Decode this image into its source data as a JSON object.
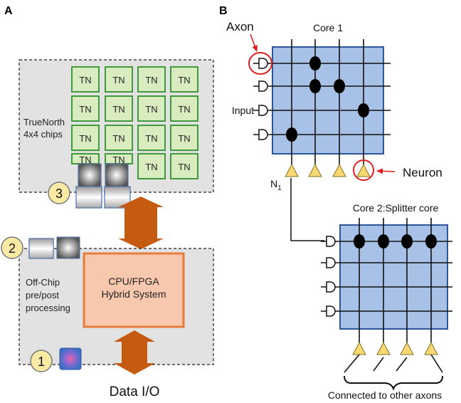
{
  "panel_a": {
    "label": "A",
    "tn_label": "TN",
    "truenorth_line1": "TrueNorth",
    "truenorth_line2": "4x4 chips",
    "cpu_line1": "CPU/FPGA",
    "cpu_line2": "Hybrid System",
    "offchip_line1": "Off-Chip",
    "offchip_line2": "pre/post",
    "offchip_line3": "processing",
    "badge_1": "1",
    "badge_2": "2",
    "badge_3": "3",
    "data_io": "Data I/O"
  },
  "panel_b": {
    "label": "B",
    "axon_label": "Axon",
    "core1_label": "Core 1",
    "input_label": "Input",
    "neuron_label": "Neuron",
    "n1_label": "N",
    "n1_sub": "1",
    "core2_label": "Core 2:Splitter core",
    "connected_label": "Connected to other axons"
  },
  "colors": {
    "tn_fill": "#d9ecc0",
    "tn_stroke": "#3f9a3a",
    "chip_panel": "#e2e2e2",
    "cpu_fill": "#f8c8ae",
    "cpu_stroke": "#e67c3a",
    "arrow": "#c55a11",
    "badge_fill": "#fbe9a6",
    "core_fill": "#a7c2e6",
    "core_stroke": "#2e5597",
    "neuron_fill": "#f7d873",
    "red": "#e02020"
  }
}
